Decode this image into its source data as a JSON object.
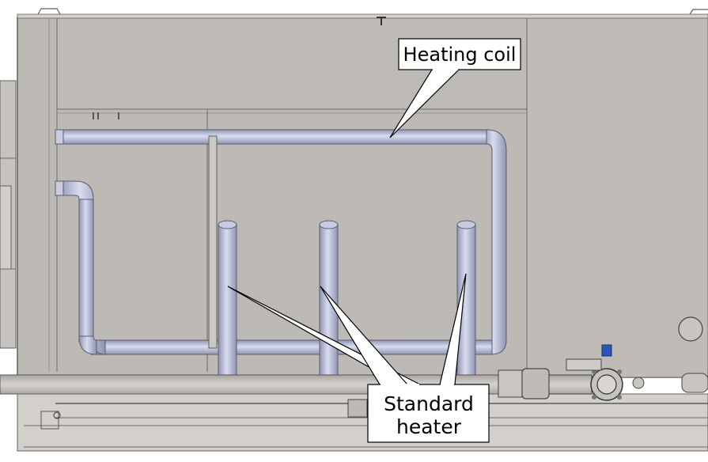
{
  "labels": {
    "heating_coil": "Heating coil",
    "standard_heater_line1": "Standard",
    "standard_heater_line2": "heater"
  },
  "colors": {
    "background": "#ffffff",
    "tank_panel": "#bdbab5",
    "tank_edge": "#5f5f5f",
    "pipe": "#aeb3cf",
    "pipe_highlight": "#d9dcef",
    "pipe_edge": "#5a5c70",
    "base_rail": "#c4c1bc",
    "valve_handle": "#2e55b8",
    "callout_fill": "#ffffff",
    "callout_stroke": "#000000"
  }
}
